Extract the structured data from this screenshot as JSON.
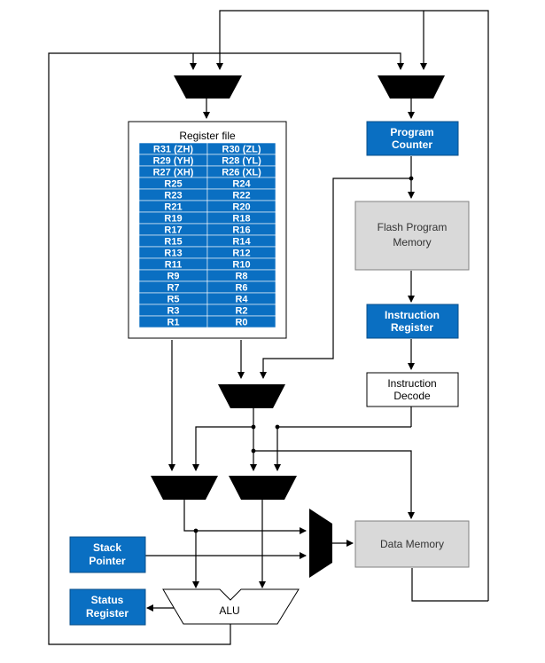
{
  "register_file": {
    "title": "Register file",
    "rows": [
      [
        "R31 (ZH)",
        "R30 (ZL)"
      ],
      [
        "R29 (YH)",
        "R28 (YL)"
      ],
      [
        "R27 (XH)",
        "R26 (XL)"
      ],
      [
        "R25",
        "R24"
      ],
      [
        "R23",
        "R22"
      ],
      [
        "R21",
        "R20"
      ],
      [
        "R19",
        "R18"
      ],
      [
        "R17",
        "R16"
      ],
      [
        "R15",
        "R14"
      ],
      [
        "R13",
        "R12"
      ],
      [
        "R11",
        "R10"
      ],
      [
        "R9",
        "R8"
      ],
      [
        "R7",
        "R6"
      ],
      [
        "R5",
        "R4"
      ],
      [
        "R3",
        "R2"
      ],
      [
        "R1",
        "R0"
      ]
    ]
  },
  "blocks": {
    "program_counter": [
      "Program",
      "Counter"
    ],
    "flash_memory": [
      "Flash Program",
      "Memory"
    ],
    "instruction_register": [
      "Instruction",
      "Register"
    ],
    "instruction_decode": [
      "Instruction",
      "Decode"
    ],
    "data_memory": "Data Memory",
    "stack_pointer": [
      "Stack",
      "Pointer"
    ],
    "status_register": [
      "Status",
      "Register"
    ],
    "alu": "ALU"
  },
  "colors": {
    "blue_block": "#0a6fc2",
    "blue_border": "#0a4f8a",
    "gray_block": "#d9d9d9",
    "wire": "#000000"
  }
}
